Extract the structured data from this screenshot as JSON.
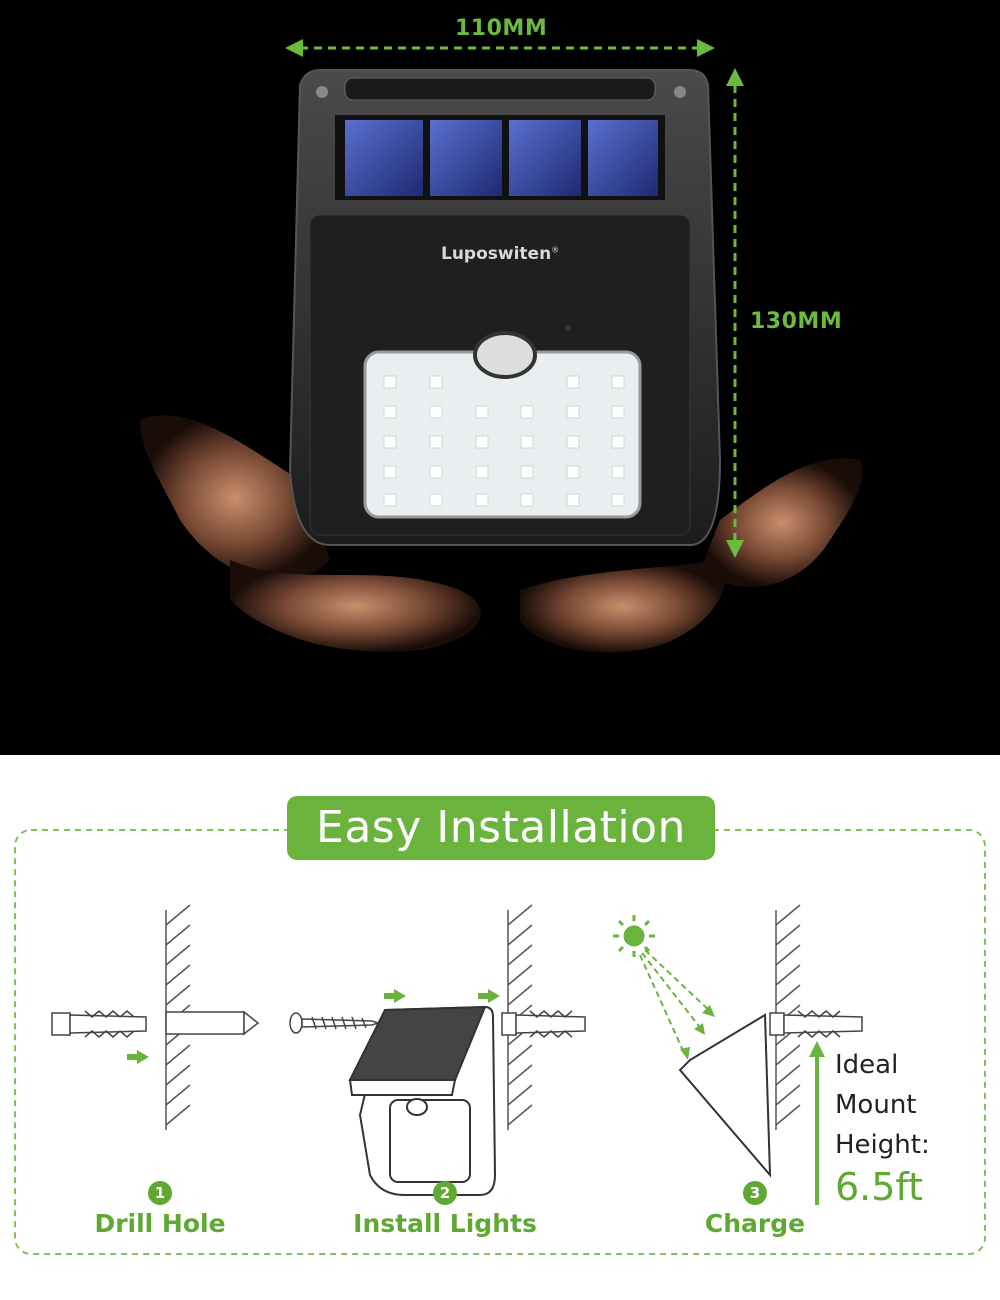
{
  "product": {
    "brand": "Luposwiten",
    "registered_mark": "®",
    "width_label": "110MM",
    "height_label": "130MM"
  },
  "installation": {
    "title": "Easy Installation",
    "steps": [
      {
        "number": "1",
        "label": "Drill Hole"
      },
      {
        "number": "2",
        "label": "Install Lights"
      },
      {
        "number": "3",
        "label": "Charge"
      }
    ],
    "mount_lines": [
      "Ideal",
      "Mount",
      "Height:"
    ],
    "mount_value": "6.5ft"
  },
  "colors": {
    "accent": "#6ab43e",
    "text_accent": "#5fa834",
    "background_top": "#000000",
    "background_bottom": "#ffffff"
  },
  "icons": [
    "sun-icon",
    "anchor-plug-icon",
    "screw-icon",
    "wall-hatch-icon",
    "arrow-right-icon",
    "arrow-up-icon"
  ]
}
